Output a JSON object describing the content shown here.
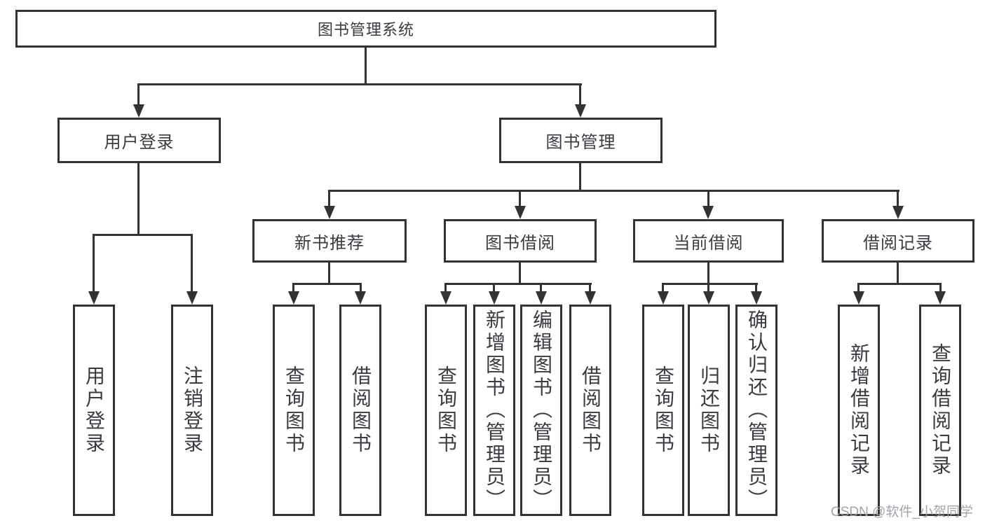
{
  "diagram": {
    "root": {
      "label": "图书管理系统"
    },
    "level2": [
      {
        "label": "用户登录"
      },
      {
        "label": "图书管理"
      }
    ],
    "level3": [
      {
        "label": "新书推荐"
      },
      {
        "label": "图书借阅"
      },
      {
        "label": "当前借阅"
      },
      {
        "label": "借阅记录"
      }
    ],
    "leaves": {
      "user": [
        "用户登录",
        "注销登录"
      ],
      "recommend": [
        "查询图书",
        "借阅图书"
      ],
      "borrow": [
        "查询图书",
        "新增图书（管理员）",
        "编辑图书（管理员）",
        "借阅图书"
      ],
      "current": [
        "查询图书",
        "归还图书",
        "确认归还（管理员）"
      ],
      "records": [
        "新增借阅记录",
        "查询借阅记录"
      ]
    }
  },
  "watermark": {
    "text": "CSDN @软件_小贺同学"
  },
  "colors": {
    "line": "#333333",
    "text": "#3a3a40",
    "background": "#ffffff",
    "watermark": "#9e9ea6"
  }
}
